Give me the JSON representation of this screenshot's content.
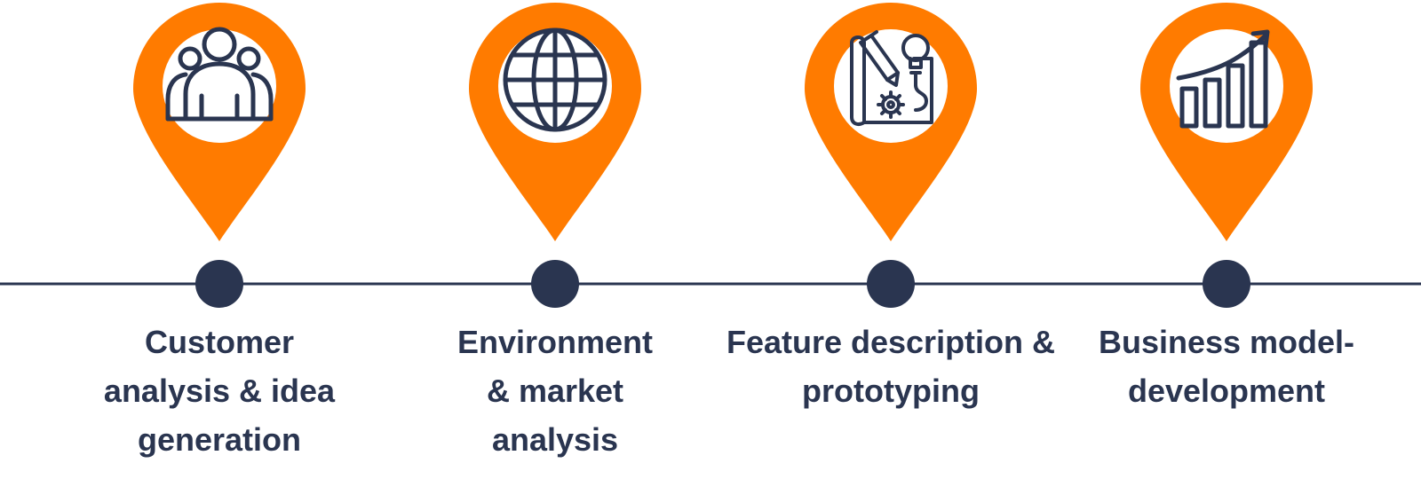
{
  "colors": {
    "pin": "#ff7b00",
    "navy": "#2a3550",
    "background": "#ffffff"
  },
  "steps": [
    {
      "icon": "users-icon",
      "label_lines": [
        "Customer",
        "analysis & idea",
        "generation"
      ]
    },
    {
      "icon": "globe-icon",
      "label_lines": [
        "Environment",
        "& market",
        "analysis"
      ]
    },
    {
      "icon": "blueprint-icon",
      "label_lines": [
        "Feature description &",
        "prototyping"
      ]
    },
    {
      "icon": "growth-chart-icon",
      "label_lines": [
        "Business model-",
        "development"
      ]
    }
  ]
}
